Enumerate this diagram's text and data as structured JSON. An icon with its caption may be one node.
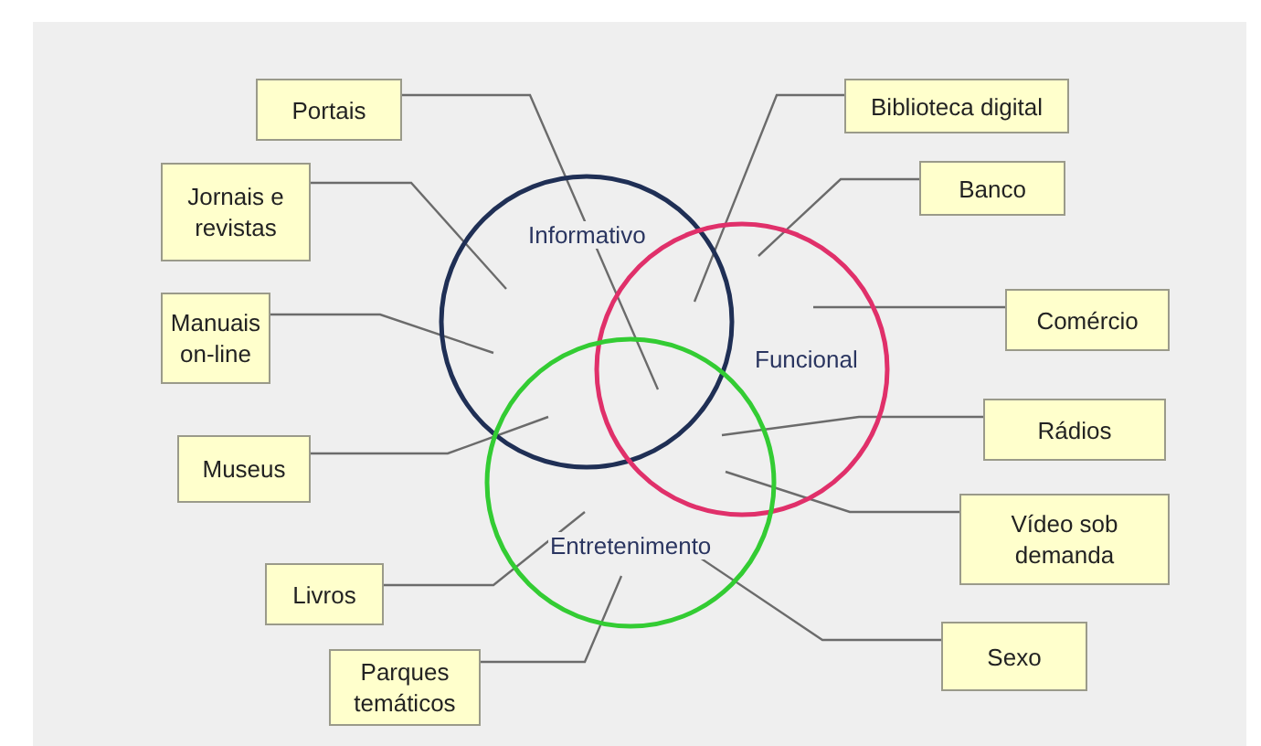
{
  "diagram": {
    "nodes": [
      {
        "text": [
          "Informativo"
        ]
      },
      {
        "text": [
          "Funcional"
        ]
      },
      {
        "text": [
          "Entretenimento"
        ]
      },
      {
        "text": [
          "Portais"
        ]
      },
      {
        "text": [
          "Jornais e revistas"
        ]
      },
      {
        "text": [
          "Manuais on-line"
        ]
      },
      {
        "text": [
          "Museus"
        ]
      },
      {
        "text": [
          "Livros"
        ]
      },
      {
        "text": [
          "Parques temáticos"
        ]
      },
      {
        "text": [
          "Biblioteca digital"
        ]
      },
      {
        "text": [
          "Banco"
        ]
      },
      {
        "text": [
          "Comércio"
        ]
      },
      {
        "text": [
          "Rádios"
        ]
      },
      {
        "text": [
          "Vídeo sob demanda"
        ]
      },
      {
        "text": [
          "Sexo"
        ]
      }
    ],
    "edges": [
      {
        "from": 3,
        "to": 2,
        "arrow": "none"
      },
      {
        "from": 4,
        "to": 0,
        "arrow": "none"
      },
      {
        "from": 5,
        "to": 0,
        "arrow": "none"
      },
      {
        "from": 6,
        "to": 2,
        "arrow": "none"
      },
      {
        "from": 7,
        "to": 2,
        "arrow": "none"
      },
      {
        "from": 8,
        "to": 2,
        "arrow": "none"
      },
      {
        "from": 9,
        "to": 0,
        "arrow": "none"
      },
      {
        "from": 10,
        "to": 1,
        "arrow": "none"
      },
      {
        "from": 11,
        "to": 1,
        "arrow": "none"
      },
      {
        "from": 12,
        "to": 2,
        "arrow": "none"
      },
      {
        "from": 13,
        "to": 2,
        "arrow": "none"
      },
      {
        "from": 14,
        "to": 2,
        "arrow": "none"
      }
    ]
  }
}
